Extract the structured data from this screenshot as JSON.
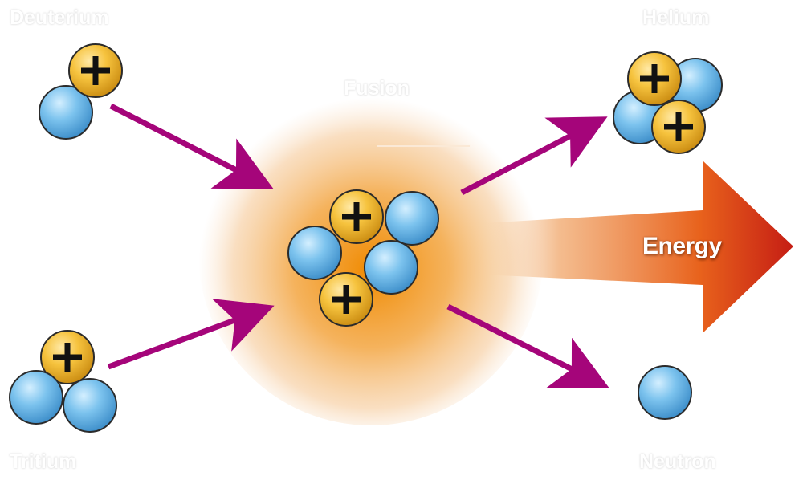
{
  "labels": {
    "deuterium": "Deuterium",
    "tritium": "Tritium",
    "fusion": "Fusion",
    "helium": "Helium",
    "neutron": "Neutron",
    "energy": "Energy"
  },
  "colors": {
    "proton": "#f0b52a",
    "neutron": "#5aaee0",
    "arrow": "#a5057a",
    "fusion_glow": "#f39a1a",
    "energy_arrow_tip": "#c8201a"
  },
  "icons": {
    "proton": "plus-sign-sphere",
    "neutron": "plain-sphere"
  }
}
